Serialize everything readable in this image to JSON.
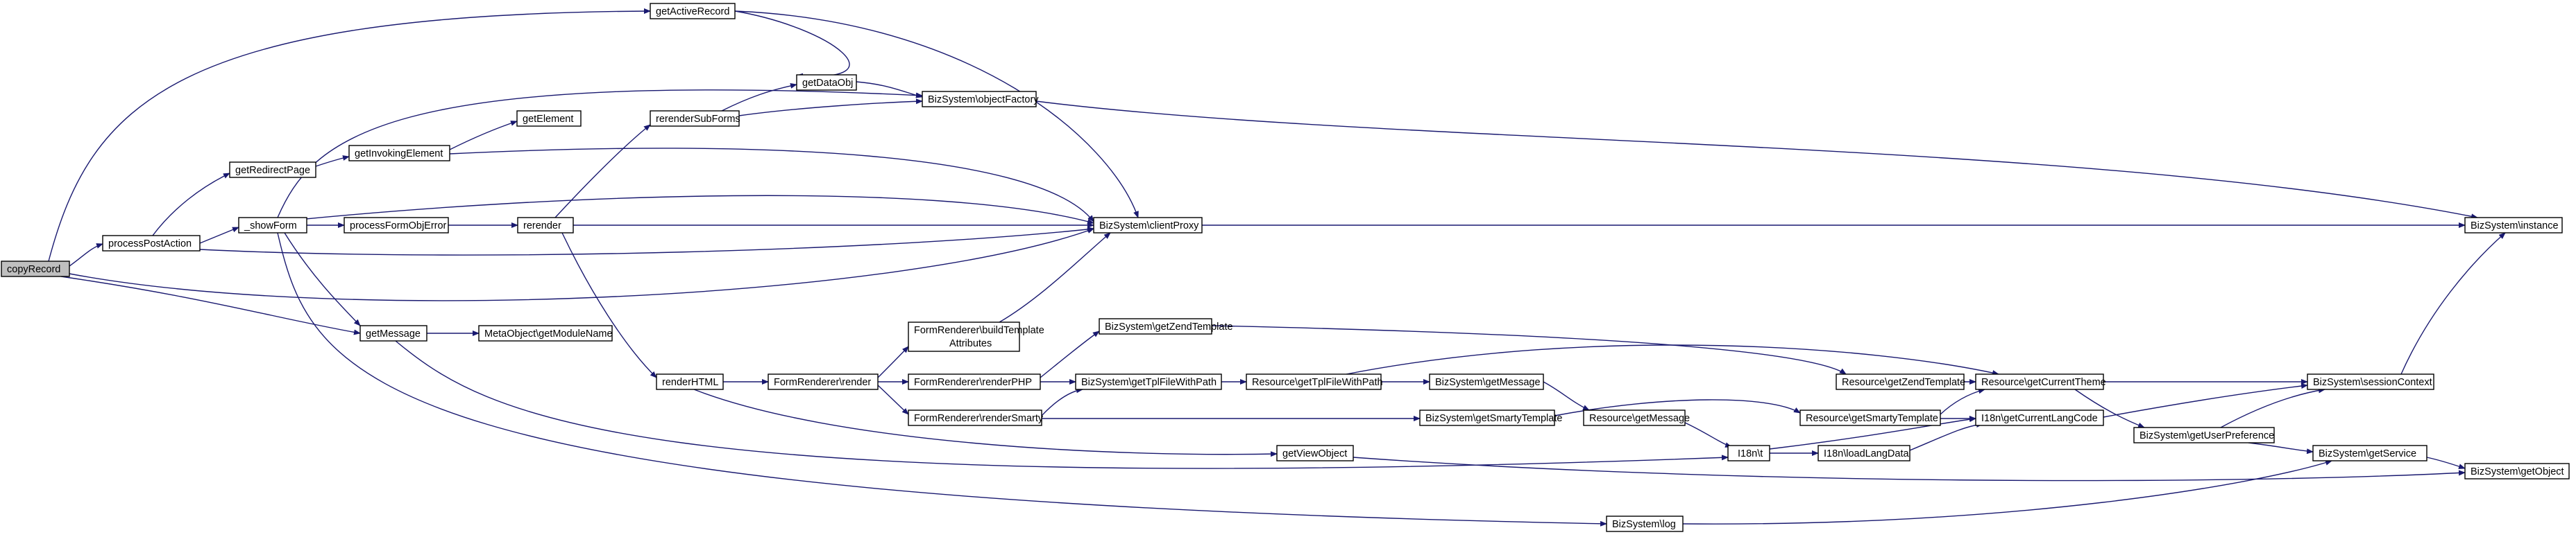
{
  "colors": {
    "edge": "#191970",
    "node_border": "#000000",
    "root_fill": "#bfbfbf",
    "node_fill": "#ffffff"
  },
  "nodes": {
    "copyRecord": "copyRecord",
    "processPostAction": "processPostAction",
    "getRedirectPage": "getRedirectPage",
    "getInvokingElement": "getInvokingElement",
    "getElement": "getElement",
    "showForm": "_showForm",
    "processFormObjError": "processFormObjError",
    "rerender": "rerender",
    "rerenderSubForms": "rerenderSubForms",
    "getActiveRecord": "getActiveRecord",
    "getDataObj": "getDataObj",
    "objectFactory": "BizSystem\\objectFactory",
    "clientProxy": "BizSystem\\clientProxy",
    "instance": "BizSystem\\instance",
    "getMessage": "getMessage",
    "getModuleName": "MetaObject\\getModuleName",
    "renderHTML": "renderHTML",
    "FormRenderer_render": "FormRenderer\\render",
    "buildTemplateAttributes_1": "FormRenderer\\buildTemplate",
    "buildTemplateAttributes_2": "Attributes",
    "renderPHP": "FormRenderer\\renderPHP",
    "renderSmarty": "FormRenderer\\renderSmarty",
    "getZendTemplate": "BizSystem\\getZendTemplate",
    "getTplFileWithPath": "BizSystem\\getTplFileWithPath",
    "Res_getTplFileWithPath": "Resource\\getTplFileWithPath",
    "Biz_getMessage": "BizSystem\\getMessage",
    "getSmartyTemplate": "BizSystem\\getSmartyTemplate",
    "Res_getMessage": "Resource\\getMessage",
    "getViewObject": "getViewObject",
    "I18n_t": "I18n\\t",
    "loadLangData": "I18n\\loadLangData",
    "Res_getZendTemplate": "Resource\\getZendTemplate",
    "Res_getSmartyTemplate": "Resource\\getSmartyTemplate",
    "getCurrentTheme": "Resource\\getCurrentTheme",
    "getCurrentLangCode": "I18n\\getCurrentLangCode",
    "getUserPreference": "BizSystem\\getUserPreference",
    "sessionContext": "BizSystem\\sessionContext",
    "getService": "BizSystem\\getService",
    "getObject": "BizSystem\\getObject",
    "log": "BizSystem\\log"
  }
}
